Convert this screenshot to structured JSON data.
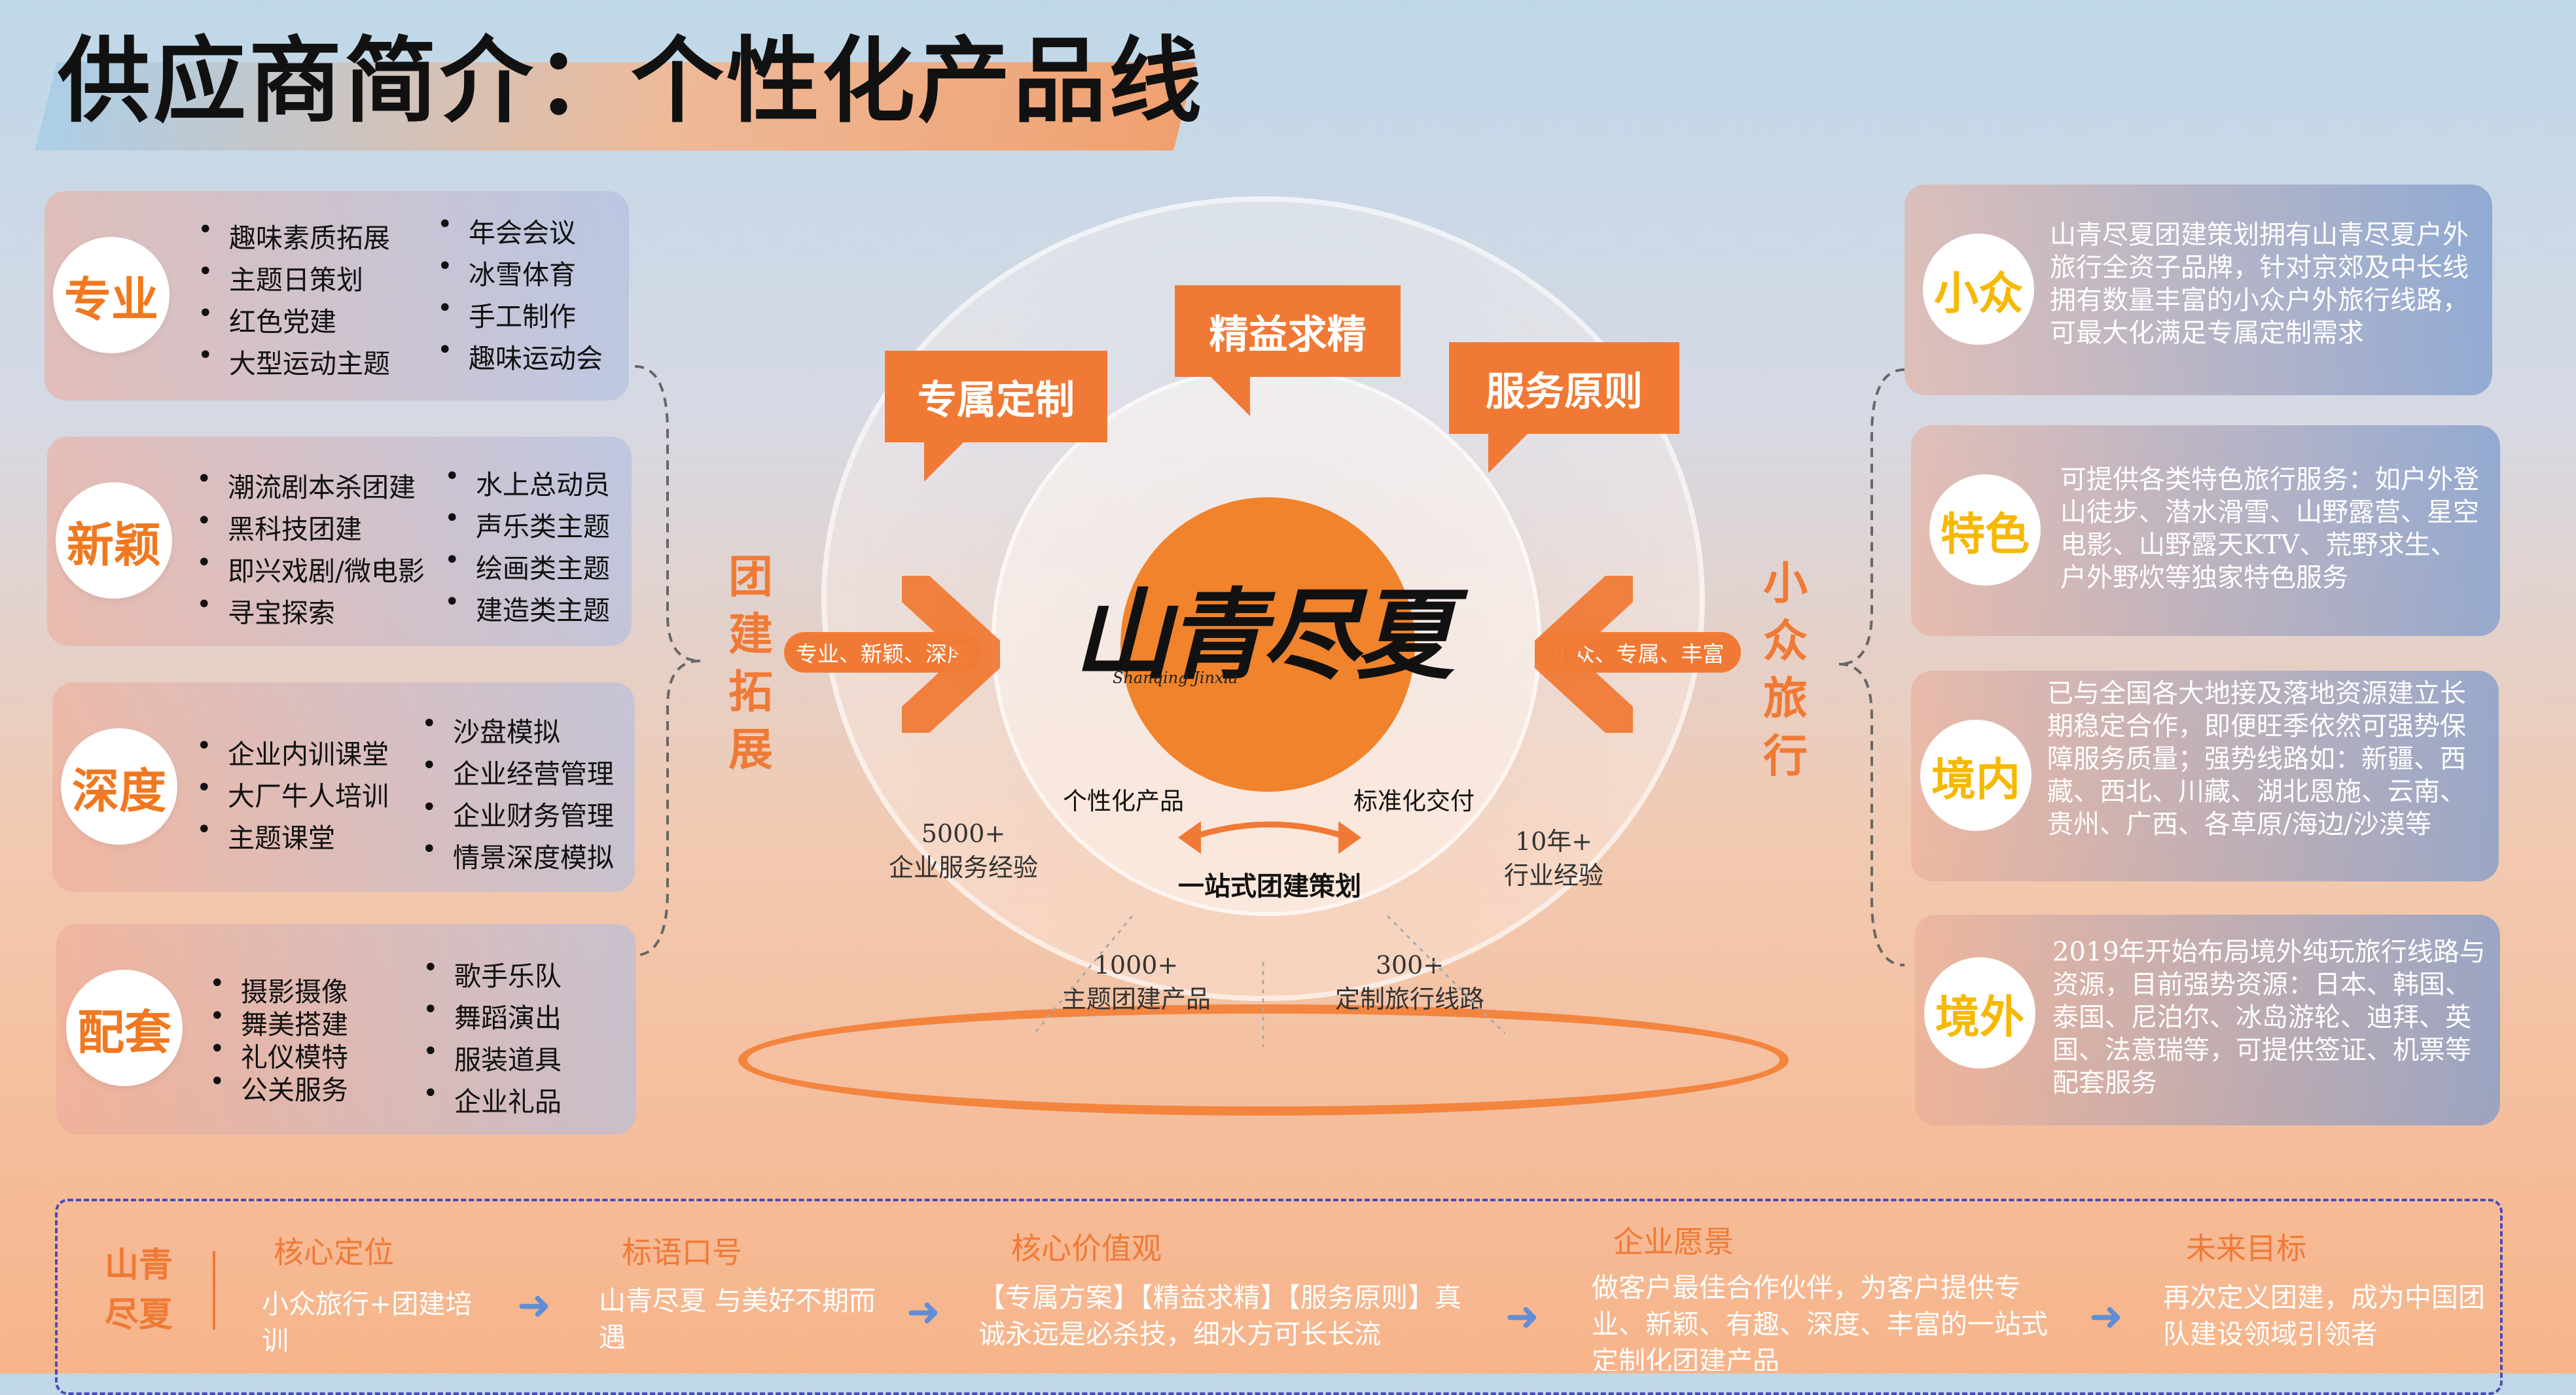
{
  "title": "供应商简介：个性化产品线",
  "left_cards": [
    {
      "label": "专业",
      "col1": [
        "趣味素质拓展",
        "主题日策划",
        "红色党建",
        "大型运动主题"
      ],
      "col2": [
        "年会会议",
        "冰雪体育",
        "手工制作",
        "趣味运动会"
      ]
    },
    {
      "label": "新颖",
      "col1": [
        "潮流剧本杀团建",
        "黑科技团建",
        "即兴戏剧/微电影",
        "寻宝探索"
      ],
      "col2": [
        "水上总动员",
        "声乐类主题",
        "绘画类主题",
        "建造类主题"
      ]
    },
    {
      "label": "深度",
      "col1": [
        "企业内训课堂",
        "大厂牛人培训",
        "主题课堂"
      ],
      "col2": [
        "沙盘模拟",
        "企业经营管理",
        "企业财务管理",
        "情景深度模拟"
      ]
    },
    {
      "label": "配套",
      "col1": [
        "摄影摄像",
        "舞美搭建",
        "礼仪模特",
        "公关服务"
      ],
      "col2": [
        "歌手乐队",
        "舞蹈演出",
        "服装道具",
        "企业礼品"
      ]
    }
  ],
  "right_cards": [
    {
      "label": "小众",
      "text": "山青尽夏团建策划拥有山青尽夏户外旅行全资子品牌，针对京郊及中长线拥有数量丰富的小众户外旅行线路，可最大化满足专属定制需求"
    },
    {
      "label": "特色",
      "text": "可提供各类特色旅行服务：如户外登山徒步、潜水滑雪、山野露营、星空电影、山野露天KTV、荒野求生、户外野炊等独家特色服务"
    },
    {
      "label": "境内",
      "text": "已与全国各大地接及落地资源建立长期稳定合作，即便旺季依然可强势保障服务质量；强势线路如：新疆、西藏、西北、川藏、湖北恩施、云南、贵州、广西、各草原/海边/沙漠等"
    },
    {
      "label": "境外",
      "text": "2019年开始布局境外纯玩旅行线路与资源，目前强势资源：日本、韩国、泰国、尼泊尔、冰岛游轮、迪拜、英国、法意瑞等，可提供签证、机票等配套服务"
    }
  ],
  "center": {
    "bubbles": [
      "专属定制",
      "精益求精",
      "服务原则"
    ],
    "left_vertical": "团建拓展",
    "right_vertical": "小众旅行",
    "left_pill": "专业、新颖、深度",
    "right_pill": "小众、专属、丰富",
    "logo_text": "山青尽夏",
    "logo_sub": "Shanqing Jinxia",
    "label_left": "个性化产品",
    "label_right": "标准化交付",
    "core": "一站式团建策划",
    "stats": [
      {
        "value": "5000+",
        "label": "企业服务经验"
      },
      {
        "value": "10年+",
        "label": "行业经验"
      },
      {
        "value": "1000+",
        "label": "主题团建产品"
      },
      {
        "value": "300+",
        "label": "定制旅行线路"
      }
    ]
  },
  "bottom": {
    "brand": "山青尽夏",
    "columns": [
      {
        "head": "核心定位",
        "text": "小众旅行+团建培训"
      },
      {
        "head": "标语口号",
        "text": "山青尽夏  与美好不期而遇"
      },
      {
        "head": "核心价值观",
        "text": "【专属方案】【精益求精】【服务原则】真诚永远是必杀技，细水方可长长流"
      },
      {
        "head": "企业愿景",
        "text": "做客户最佳合作伙伴，为客户提供专业、新颖、有趣、深度、丰富的一站式定制化团建产品"
      },
      {
        "head": "未来目标",
        "text": "再次定义团建，成为中国团队建设领域引领者"
      }
    ]
  },
  "colors": {
    "accent": "#f07a35",
    "gold": "#f6b800",
    "dashed_border": "#4b4bb8"
  }
}
